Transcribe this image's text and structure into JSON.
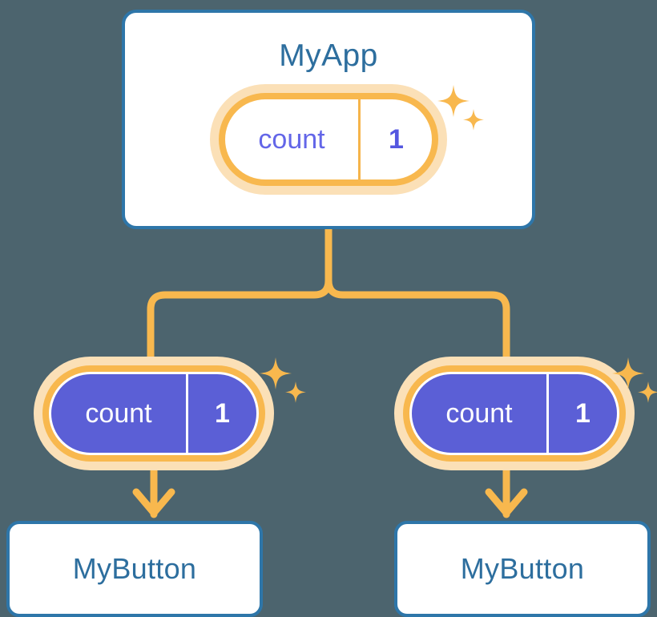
{
  "diagram": {
    "title": "MyApp",
    "background_color": "#4c646e",
    "accent_orange": "#f8b84e",
    "accent_orange_soft": "#fbe0b7",
    "accent_blue": "#2e76a9",
    "accent_purple": "#5b5fd6",
    "label_blue": "#2d6e9e",
    "label_indigo": "#6366e8"
  },
  "root": {
    "label": "MyApp",
    "state": {
      "key": "count",
      "value": "1"
    },
    "sparkle_name": "sparkle-icon"
  },
  "children": [
    {
      "label": "MyButton",
      "state": {
        "key": "count",
        "value": "1"
      },
      "sparkle_name": "sparkle-icon"
    },
    {
      "label": "MyButton",
      "state": {
        "key": "count",
        "value": "1"
      },
      "sparkle_name": "sparkle-icon"
    }
  ]
}
